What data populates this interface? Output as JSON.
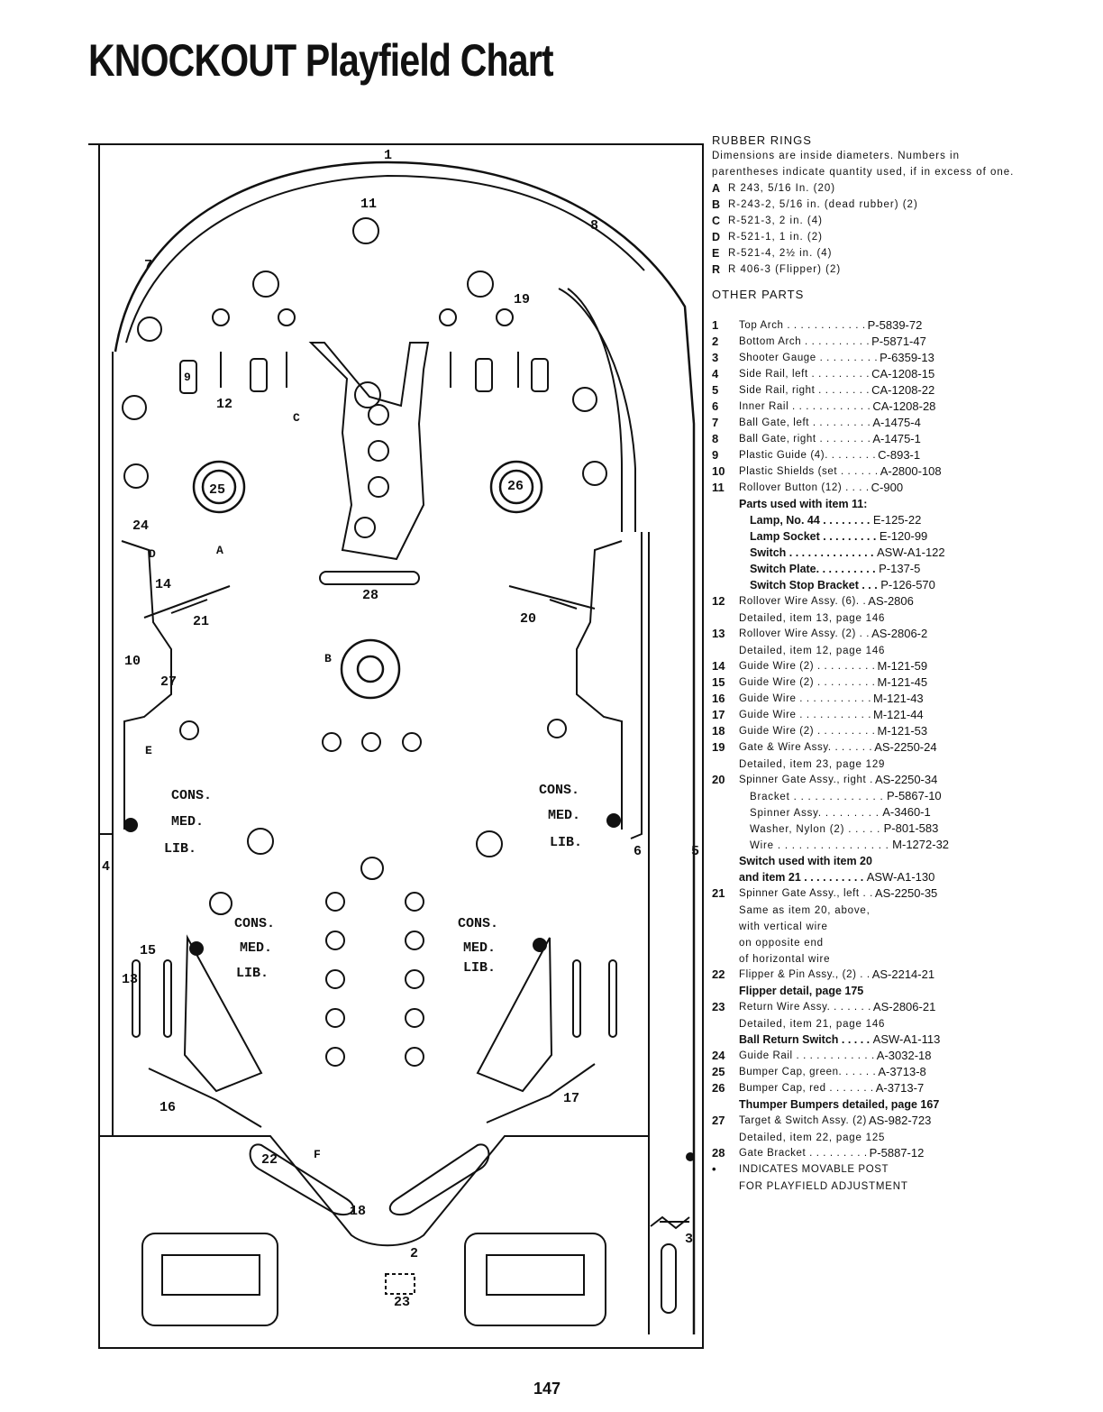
{
  "title": "KNOCKOUT Playfield Chart",
  "page_number": "147",
  "rubber_rings": {
    "heading": "RUBBER RINGS",
    "note": "Dimensions are inside diameters. Numbers in parentheses indicate quantity used, if in excess of one.",
    "items": [
      {
        "key": "A",
        "text": "R 243, 5/16 In. (20)"
      },
      {
        "key": "B",
        "text": "R-243-2, 5/16 in. (dead rubber) (2)"
      },
      {
        "key": "C",
        "text": "R-521-3, 2 in. (4)"
      },
      {
        "key": "D",
        "text": "R-521-1, 1 in. (2)"
      },
      {
        "key": "E",
        "text": "R-521-4, 2½ in. (4)"
      },
      {
        "key": "R",
        "text": "R 406-3 (Flipper) (2)"
      }
    ]
  },
  "other_parts": {
    "heading": "OTHER PARTS",
    "rows": [
      {
        "type": "item",
        "num": "1",
        "desc": "Top Arch . . . . . . . . . . . .",
        "part": "P-5839-72"
      },
      {
        "type": "item",
        "num": "2",
        "desc": "Bottom Arch . . . . . . . . . .",
        "part": "P-5871-47"
      },
      {
        "type": "item",
        "num": "3",
        "desc": "Shooter Gauge . . . . . . . . .",
        "part": "P-6359-13"
      },
      {
        "type": "item",
        "num": "4",
        "desc": "Side Rail, left . . . . . . . . .",
        "part": "CA-1208-15"
      },
      {
        "type": "item",
        "num": "5",
        "desc": "Side Rail, right . . . . . . . .",
        "part": "CA-1208-22"
      },
      {
        "type": "item",
        "num": "6",
        "desc": "Inner Rail . . . . . . . . . . . .",
        "part": "CA-1208-28"
      },
      {
        "type": "item",
        "num": "7",
        "desc": "Ball Gate, left . . . . . . . . .",
        "part": "A-1475-4"
      },
      {
        "type": "item",
        "num": "8",
        "desc": "Ball Gate, right . . . . . . . .",
        "part": "A-1475-1"
      },
      {
        "type": "item",
        "num": "9",
        "desc": "Plastic Guide (4). . . . . . . .",
        "part": "C-893-1"
      },
      {
        "type": "item",
        "num": "10",
        "desc": "Plastic Shields (set . . . . . .",
        "part": "A-2800-108"
      },
      {
        "type": "item",
        "num": "11",
        "desc": "Rollover Button (12) . . . .",
        "part": "C-900"
      },
      {
        "type": "bold",
        "desc": "Parts used with item 11:",
        "part": ""
      },
      {
        "type": "boldind",
        "desc": "Lamp, No. 44 . . . . . . . .",
        "part": "E-125-22"
      },
      {
        "type": "boldind",
        "desc": "Lamp Socket . . . . . . . . .",
        "part": "E-120-99"
      },
      {
        "type": "boldind",
        "desc": "Switch . . . . . . . . . . . . . .",
        "part": "ASW-A1-122"
      },
      {
        "type": "boldind",
        "desc": "Switch Plate. . . . . . . . . .",
        "part": "P-137-5"
      },
      {
        "type": "boldind",
        "desc": "Switch Stop Bracket . . .",
        "part": "P-126-570"
      },
      {
        "type": "item",
        "num": "12",
        "desc": "Rollover Wire Assy. (6). .",
        "part": "AS-2806"
      },
      {
        "type": "sub",
        "desc": "Detailed, item 13, page 146",
        "part": ""
      },
      {
        "type": "item",
        "num": "13",
        "desc": "Rollover Wire Assy. (2) . .",
        "part": "AS-2806-2"
      },
      {
        "type": "sub",
        "desc": "Detailed, item 12, page 146",
        "part": ""
      },
      {
        "type": "item",
        "num": "14",
        "desc": "Guide Wire (2) . . . . . . . . .",
        "part": "M-121-59"
      },
      {
        "type": "item",
        "num": "15",
        "desc": "Guide Wire (2) . . . . . . . . .",
        "part": "M-121-45"
      },
      {
        "type": "item",
        "num": "16",
        "desc": "Guide Wire . . . . . . . . . . .",
        "part": "M-121-43"
      },
      {
        "type": "item",
        "num": "17",
        "desc": "Guide Wire . . . . . . . . . . .",
        "part": "M-121-44"
      },
      {
        "type": "item",
        "num": "18",
        "desc": "Guide Wire (2) . . . . . . . . .",
        "part": "M-121-53"
      },
      {
        "type": "item",
        "num": "19",
        "desc": "Gate & Wire Assy. . . . . . .",
        "part": "AS-2250-24"
      },
      {
        "type": "sub",
        "desc": "Detailed, item 23, page 129",
        "part": ""
      },
      {
        "type": "item",
        "num": "20",
        "desc": "Spinner Gate Assy., right .",
        "part": "AS-2250-34"
      },
      {
        "type": "subind",
        "desc": "Bracket . . . . . . . . . . . . .",
        "part": "P-5867-10"
      },
      {
        "type": "subind",
        "desc": "Spinner Assy. . . . . . . . .",
        "part": "A-3460-1"
      },
      {
        "type": "subind",
        "desc": "Washer, Nylon (2) . . . . .",
        "part": "P-801-583"
      },
      {
        "type": "subind",
        "desc": "Wire . . . . . . . . . . . . . . . .",
        "part": "M-1272-32"
      },
      {
        "type": "bold",
        "desc": "Switch used with item 20",
        "part": ""
      },
      {
        "type": "bold",
        "desc": "and item 21 . . . . . . . . . .",
        "part": "ASW-A1-130"
      },
      {
        "type": "item",
        "num": "21",
        "desc": "Spinner Gate Assy., left . .",
        "part": "AS-2250-35"
      },
      {
        "type": "sub",
        "desc": "Same as item 20, above,",
        "part": ""
      },
      {
        "type": "sub",
        "desc": "with vertical wire",
        "part": ""
      },
      {
        "type": "sub",
        "desc": "on opposite end",
        "part": ""
      },
      {
        "type": "sub",
        "desc": "of horizontal wire",
        "part": ""
      },
      {
        "type": "item",
        "num": "22",
        "desc": "Flipper & Pin Assy., (2) . .",
        "part": "AS-2214-21"
      },
      {
        "type": "bold",
        "desc": "Flipper detail, page 175",
        "part": ""
      },
      {
        "type": "item",
        "num": "23",
        "desc": "Return Wire Assy. . . . . . .",
        "part": "AS-2806-21"
      },
      {
        "type": "sub",
        "desc": "Detailed, item 21, page 146",
        "part": ""
      },
      {
        "type": "bold",
        "desc": "Ball Return Switch . . . . .",
        "part": "ASW-A1-113"
      },
      {
        "type": "item",
        "num": "24",
        "desc": "Guide Rail . . . . . . . . . . . .",
        "part": "A-3032-18"
      },
      {
        "type": "item",
        "num": "25",
        "desc": "Bumper Cap, green. . . . . .",
        "part": "A-3713-8"
      },
      {
        "type": "item",
        "num": "26",
        "desc": "Bumper Cap, red . . . . . . .",
        "part": "A-3713-7"
      },
      {
        "type": "bold",
        "desc": "Thumper Bumpers detailed, page 167",
        "part": ""
      },
      {
        "type": "item",
        "num": "27",
        "desc": "Target & Switch Assy. (2)",
        "part": "AS-982-723"
      },
      {
        "type": "sub",
        "desc": "Detailed, item 22, page 125",
        "part": ""
      },
      {
        "type": "item",
        "num": "28",
        "desc": "Gate Bracket . . . . . . . . .",
        "part": "P-5887-12"
      },
      {
        "type": "item",
        "num": "•",
        "desc": "INDICATES MOVABLE POST",
        "part": ""
      },
      {
        "type": "sub",
        "desc": "FOR PLAYFIELD ADJUSTMENT",
        "part": ""
      }
    ]
  },
  "diagram": {
    "callouts": [
      "1",
      "2",
      "3",
      "4",
      "5",
      "6",
      "7",
      "8",
      "9",
      "10",
      "11",
      "12",
      "13",
      "14",
      "15",
      "16",
      "17",
      "18",
      "19",
      "20",
      "21",
      "22",
      "23",
      "24",
      "25",
      "26",
      "27",
      "28",
      "A",
      "B",
      "C",
      "D",
      "E",
      "F"
    ],
    "post_labels": [
      "CONS.",
      "MED.",
      "LIB."
    ]
  }
}
